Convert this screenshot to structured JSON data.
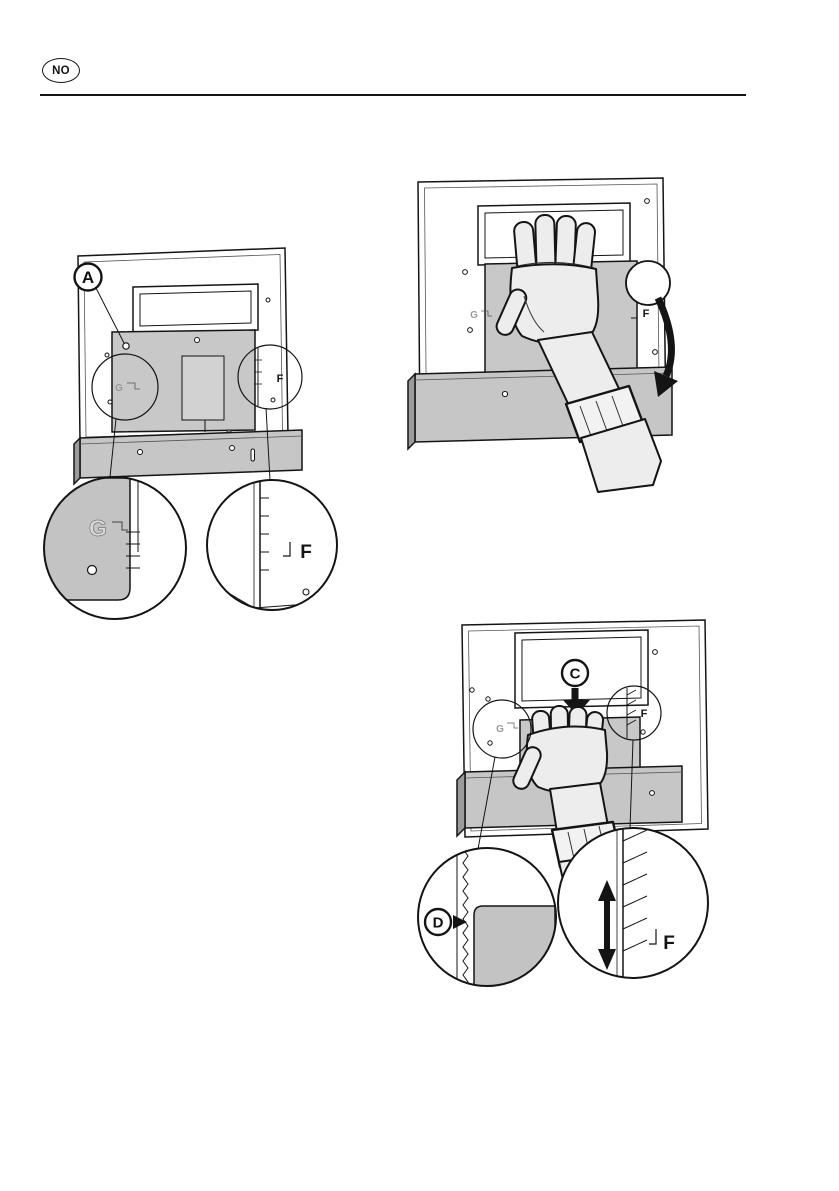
{
  "page": {
    "language_badge": "NO",
    "background": "#ffffff",
    "line_color": "#141414",
    "panel_gray": "#c8c8c8",
    "plinth_gray": "#c6c6c6",
    "hand_gray": "#ededed"
  },
  "fig1": {
    "callout_a": "A",
    "detail_g_label": "G",
    "detail_f_label": "F",
    "zoom_g_label": "G",
    "zoom_f_label": "F"
  },
  "fig2": {
    "detail_g_label": "G",
    "detail_f_label": "F"
  },
  "fig3": {
    "callout_c": "C",
    "detail_g_label": "G",
    "detail_f_label": "F",
    "callout_d": "D",
    "zoom_f_label": "F"
  }
}
